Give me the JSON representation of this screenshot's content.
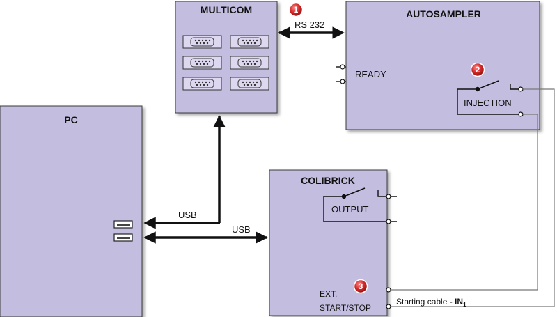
{
  "blocks": {
    "multicom": "MULTICOM",
    "autosampler": "AUTOSAMPLER",
    "pc": "PC",
    "colibrick": "COLIBRICK"
  },
  "labels": {
    "rs232": "RS 232",
    "ready": "READY",
    "injection": "INJECTION",
    "output": "OUTPUT",
    "usb_multicom": "USB",
    "usb_colibrick": "USB",
    "ext": "EXT.",
    "start_stop": "START/STOP",
    "starting_cable": "Starting cable ",
    "in1_prefix": "- IN",
    "in1_subscript": "1"
  },
  "badges": [
    "1",
    "2",
    "3"
  ],
  "colors": {
    "block_fill": "#c3bee0",
    "block_stroke": "#3a3a3a",
    "badge_red": "#cc2222",
    "wire": "#111111",
    "thin_wire": "#777777"
  }
}
